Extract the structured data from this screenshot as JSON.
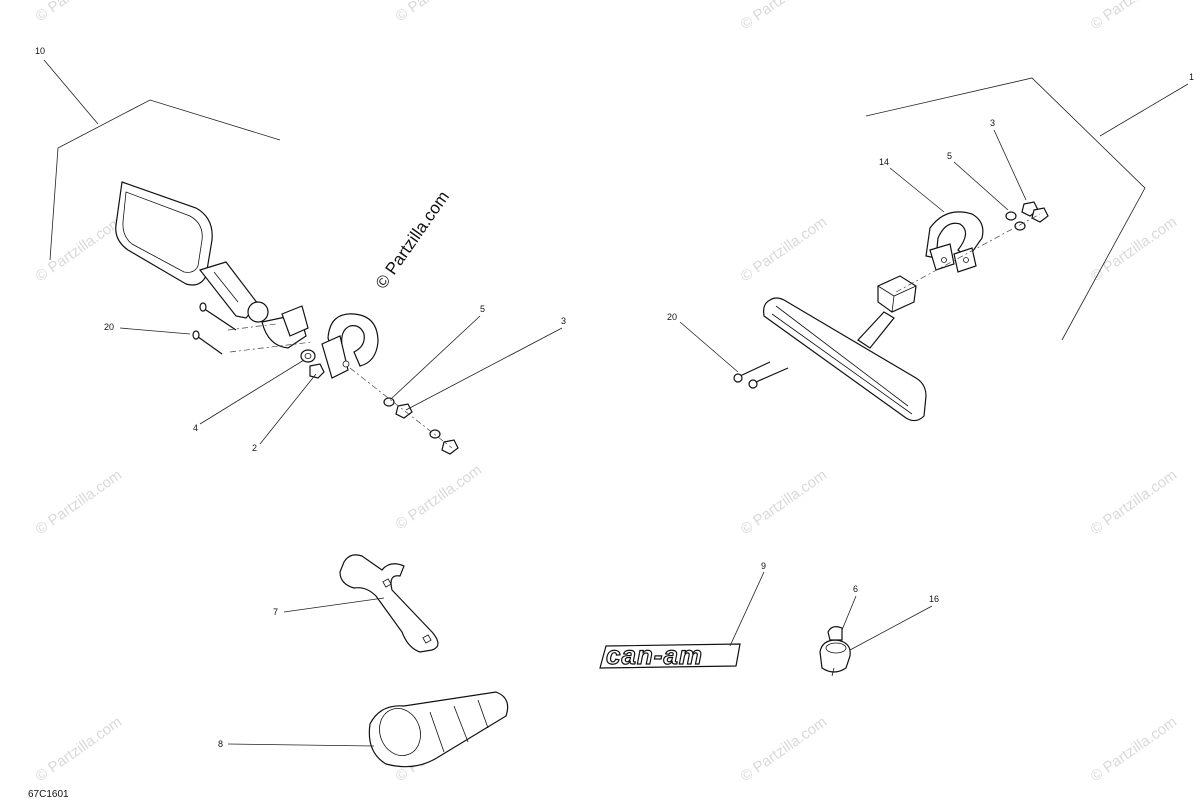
{
  "figure_code": "67C1601",
  "watermark_text": "© Partzilla.com",
  "center_watermark_text": "© Partzilla.com",
  "logo_text": "can-am",
  "callouts": {
    "c10": "10",
    "c1": "1",
    "c20_left": "20",
    "c4": "4",
    "c2": "2",
    "c5_left": "5",
    "c3_left": "3",
    "c3_right": "3",
    "c5_right": "5",
    "c14": "14",
    "c20_right": "20",
    "c7": "7",
    "c9": "9",
    "c6": "6",
    "c16": "16",
    "c8": "8"
  }
}
